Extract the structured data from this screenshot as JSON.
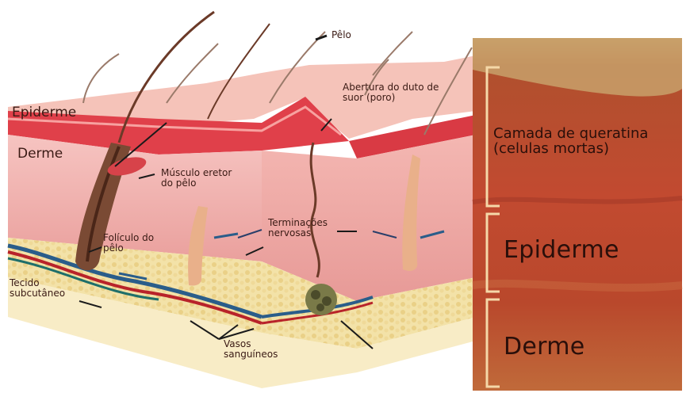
{
  "labels": {
    "pelo": "Pêlo",
    "abertura_duto": "Abertura do duto de suor (poro)",
    "epiderme_left": "Epiderme",
    "derme_left": "Derme",
    "musculo": "Músculo eretor do pêlo",
    "foliculo": "Folículo do pêlo",
    "terminacoes": "Terminações nervosas",
    "tecido": "Tecido subcutâneo",
    "vasos": "Vasos sanguíneos",
    "camada_queratina": "Camada de queratina (celulas mortas)",
    "epiderme_right": "Epiderme",
    "derme_right": "Derme"
  },
  "colors": {
    "epidermis": "#e0404a",
    "dermis": "#f1b5b2",
    "subcutaneous": "#f0dc9a",
    "hair": "#6b3a28",
    "micrograph": "#b8402c"
  }
}
